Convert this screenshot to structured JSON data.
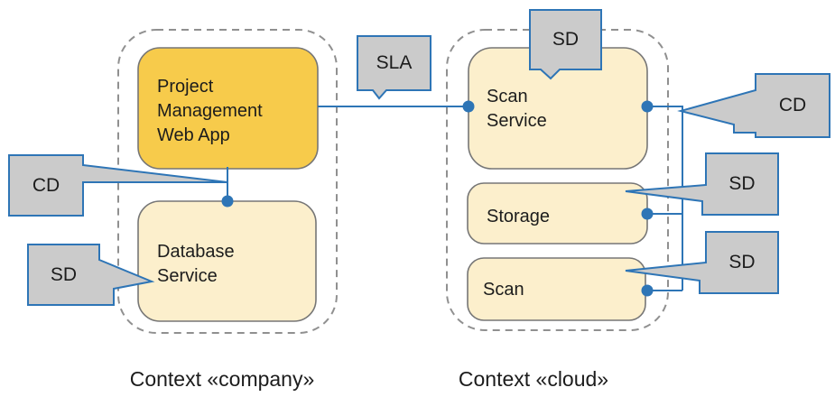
{
  "colors": {
    "background": "#FFFFFF",
    "node_orange": "#F7CB4B",
    "node_cream": "#FCEFCC",
    "node_border": "#767676",
    "context_border": "#909090",
    "connector_blue": "#2E75B6",
    "callout_fill": "#CBCBCB",
    "callout_border": "#2E75B6",
    "text": "#1C1C1C"
  },
  "contexts": {
    "company": {
      "label": "Context «company»"
    },
    "cloud": {
      "label": "Context «cloud»"
    }
  },
  "nodes": {
    "pm_web_app": {
      "label": "Project\nManagement\nWeb App"
    },
    "database_service": {
      "label": "Database\nService"
    },
    "scan_service": {
      "label": "Scan\nService"
    },
    "storage": {
      "label": "Storage"
    },
    "scan": {
      "label": "Scan"
    }
  },
  "callouts": {
    "sla": {
      "label": "SLA"
    },
    "sd_scan_service": {
      "label": "SD"
    },
    "cd_company": {
      "label": "CD"
    },
    "sd_database": {
      "label": "SD"
    },
    "cd_cloud": {
      "label": "CD"
    },
    "sd_storage": {
      "label": "SD"
    },
    "sd_scan": {
      "label": "SD"
    }
  }
}
